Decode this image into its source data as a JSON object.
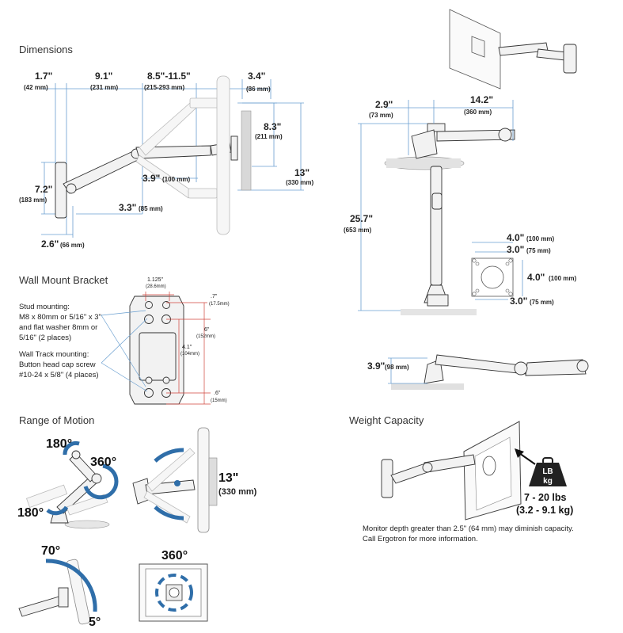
{
  "headings": {
    "dimensions": "Dimensions",
    "wall_mount_bracket": "Wall Mount Bracket",
    "range_of_motion": "Range of Motion",
    "weight_capacity": "Weight Capacity"
  },
  "side_dims": {
    "d1": "1.7\"",
    "d1_mm": "(42 mm)",
    "d2": "9.1\"",
    "d2_mm": "(231 mm)",
    "d3": "8.5\"-11.5\"",
    "d3_mm": "(215-293 mm)",
    "d4": "3.4\"",
    "d4_mm": "(86 mm)",
    "d5": "8.3\"",
    "d5_mm": "(211 mm)",
    "d6": "13\"",
    "d6_mm": "(330 mm)",
    "d7": "7.2\"",
    "d7_mm": "(183 mm)",
    "d8": "3.9\"",
    "d8_mm": "(100 mm)",
    "d9": "3.3\"",
    "d9_mm": "(85 mm)",
    "d10": "2.6\"",
    "d10_mm": "(66 mm)"
  },
  "top_dims": {
    "d1": "2.9\"",
    "d1_mm": "(73 mm)",
    "d2": "14.2\"",
    "d2_mm": "(360 mm)",
    "d3": "25.7\"",
    "d3_mm": "(653 mm)",
    "vesa_w100": "4.0\"",
    "vesa_w100_mm": "(100 mm)",
    "vesa_w75": "3.0\"",
    "vesa_w75_mm": "(75 mm)",
    "vesa_h100": "4.0\"",
    "vesa_h100_mm": "(100 mm)",
    "vesa_h75": "3.0\"",
    "vesa_h75_mm": "(75 mm)",
    "d4": "3.9\"",
    "d4_mm": "(98 mm)"
  },
  "bracket": {
    "w": "1.125\"",
    "w_mm": "(28.6mm)",
    "top": ".7\"",
    "top_mm": "(17.5mm)",
    "h6": "6\"",
    "h6_mm": "(152mm)",
    "h41": "4.1\"",
    "h41_mm": "(104mm)",
    "bot": ".6\"",
    "bot_mm": "(15mm)",
    "stud_lines": [
      "Stud mounting:",
      "M8 x 80mm or 5/16\" x 3\"",
      "and flat washer 8mm or",
      "5/16\" (2 places)"
    ],
    "track_lines": [
      "Wall Track mounting:",
      "Button head cap screw",
      "#10-24 x 5/8\" (4 places)"
    ]
  },
  "motion": {
    "a180_top": "180°",
    "a360_a": "360°",
    "a180_bot": "180°",
    "h13": "13\"",
    "h13_mm": "(330 mm)",
    "a70": "70°",
    "a5": "5°",
    "a360_b": "360°"
  },
  "weight": {
    "badge_top": "LB",
    "badge_bot": "kg",
    "range_lbs": "7 - 20 lbs",
    "range_kg": "(3.2 - 9.1 kg)",
    "note_lines": [
      "Monitor depth greater than 2.5\" (64 mm) may diminish capacity.",
      "Call Ergotron for more information."
    ]
  },
  "colors": {
    "dimension_line": "#6a9fd0",
    "bracket_dim": "#d0443c",
    "motion_arrow": "#2f6ea9"
  }
}
